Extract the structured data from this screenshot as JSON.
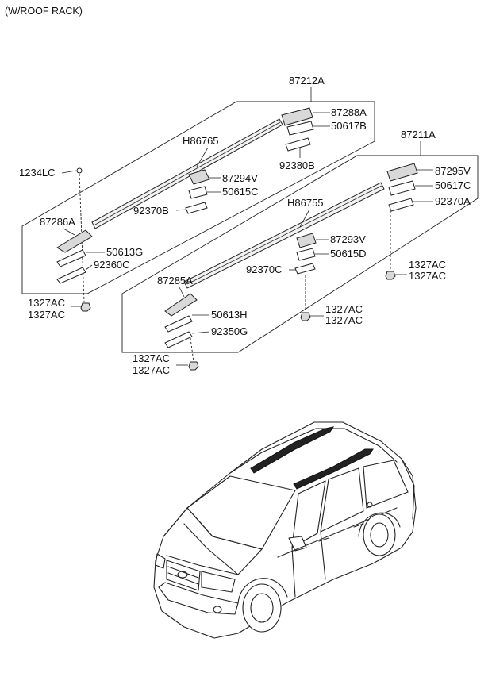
{
  "header": {
    "title": "(W/ROOF RACK)"
  },
  "labels": {
    "p87212A": "87212A",
    "p87288A": "87288A",
    "p50617B": "50617B",
    "p92380B": "92380B",
    "pH86765": "H86765",
    "p87294V": "87294V",
    "p50615C": "50615C",
    "p92370B": "92370B",
    "p1234LC": "1234LC",
    "p87286A": "87286A",
    "p50613G": "50613G",
    "p92360C": "92360C",
    "p1327AC_a1": "1327AC",
    "p1327AC_a2": "1327AC",
    "p87211A": "87211A",
    "p87295V": "87295V",
    "p50617C": "50617C",
    "p92370A": "92370A",
    "pH86755": "H86755",
    "p87293V": "87293V",
    "p50615D": "50615D",
    "p92370C": "92370C",
    "p1327AC_b1": "1327AC",
    "p1327AC_b2": "1327AC",
    "p87285A": "87285A",
    "p50613H": "50613H",
    "p92350G": "92350G",
    "p1327AC_c1": "1327AC",
    "p1327AC_c2": "1327AC",
    "p1327AC_d1": "1327AC",
    "p1327AC_d2": "1327AC"
  }
}
